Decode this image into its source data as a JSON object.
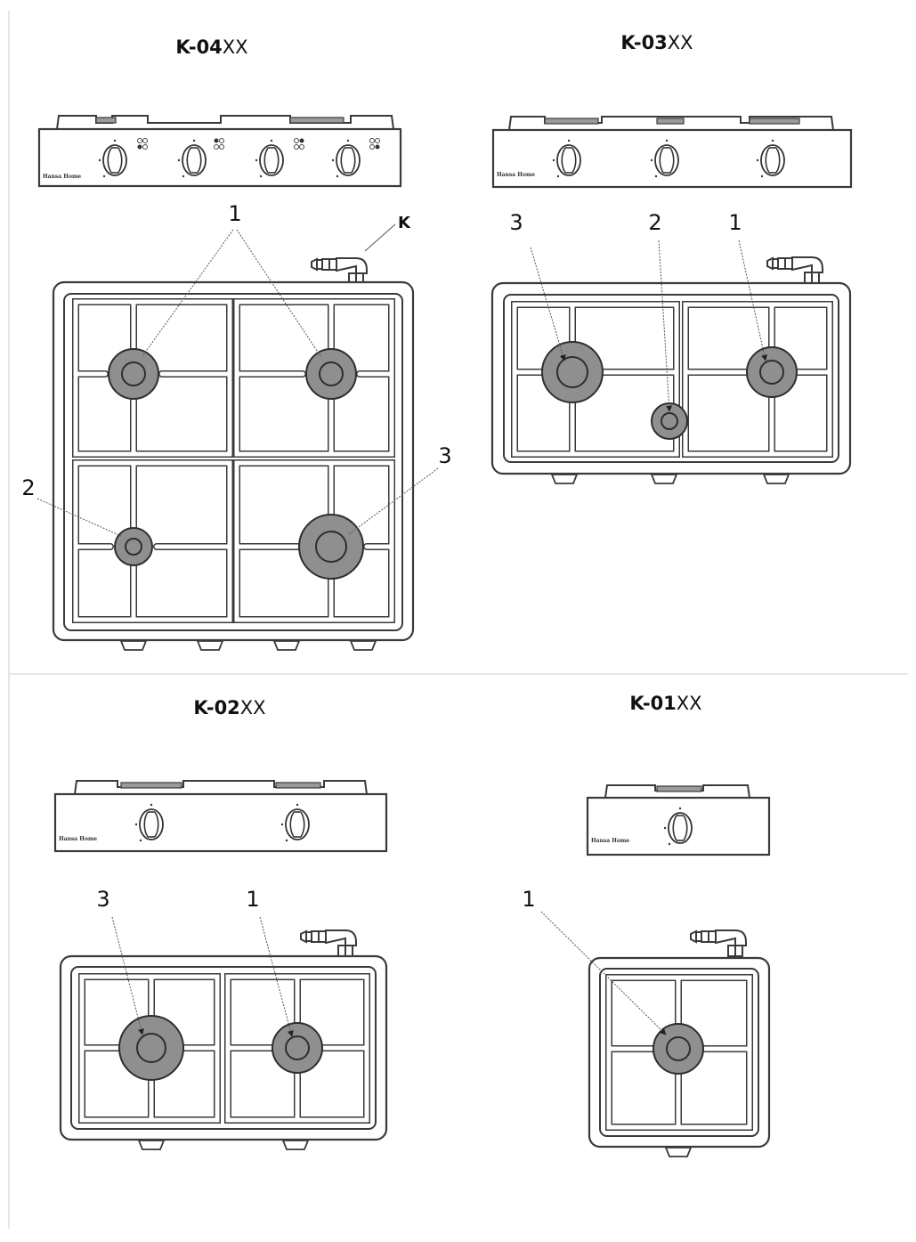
{
  "models": [
    {
      "title_prefix": "K-04",
      "title_suffix": "XX",
      "brand": "Hansa Home",
      "labels": [
        "1",
        "2",
        "3"
      ],
      "connector_label": "K"
    },
    {
      "title_prefix": "K-03",
      "title_suffix": "XX",
      "brand": "Hansa Home",
      "labels": [
        "3",
        "2",
        "1"
      ]
    },
    {
      "title_prefix": "K-02",
      "title_suffix": "XX",
      "brand": "Hansa Home",
      "labels": [
        "3",
        "1"
      ]
    },
    {
      "title_prefix": "K-01",
      "title_suffix": "XX",
      "brand": "Hansa Home",
      "labels": [
        "1"
      ]
    }
  ],
  "colors": {
    "burner_fill": "#8f8f8f",
    "outline": "#3a3a3a",
    "background": "#ffffff"
  }
}
